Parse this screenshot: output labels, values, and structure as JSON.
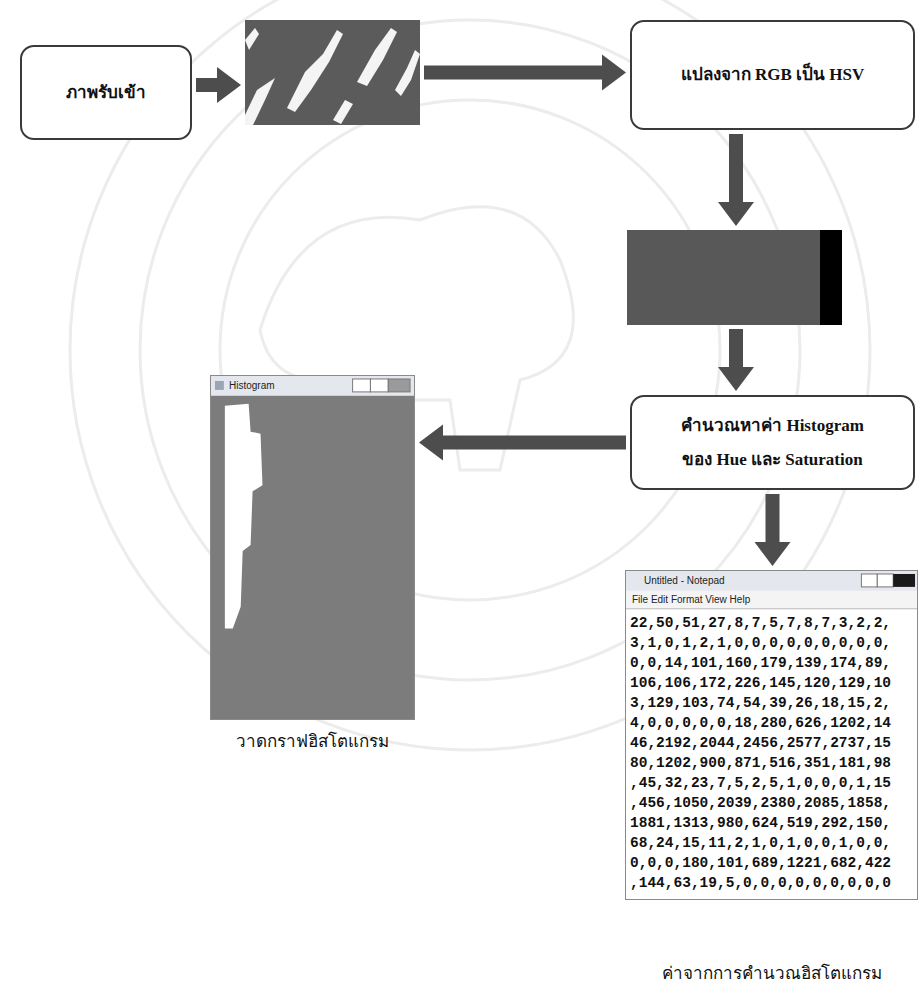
{
  "diagram": {
    "nodes": [
      {
        "text": [
          "ภาพรับเข้า"
        ]
      },
      {
        "text": []
      },
      {
        "text": [
          "แปลงจาก RGB เป็น HSV"
        ]
      },
      {
        "text": []
      },
      {
        "text": [
          "คำนวณหาค่า Histogram ของ Hue และ Saturation"
        ]
      },
      {
        "text": [
          "Histogram",
          "วาดกราฟฮิสโตแกรม"
        ]
      },
      {
        "text": [
          "Untitled - Notepad",
          "File Edit Format View Help",
          "22,50,51,27,8,7,5,7,8,7,3,2,2, 3,1,0,1,2,1,0,0,0,0,0,0,0,0,0, 0,0,14,101,160,179,139,174,89, 106,106,172,226,145,120,129,10 3,129,103,74,54,39,26,18,15,2, 4,0,0,0,0,0,18,280,626,1202,14 46,2192,2044,2456,2577,2737,15 80,1202,900,871,516,351,181,98 ,45,32,23,7,5,2,5,1,0,0,0,1,15 ,456,1050,2039,2380,2085,1858, 1881,1313,980,624,519,292,150, 68,24,15,11,2,1,0,1,0,0,1,0,0, 0,0,0,180,101,689,1221,682,422 ,144,63,19,5,0,0,0,0,0,0,0,0,0",
          "ค่าจากการคำนวณฮิสโตแกรม"
        ]
      }
    ],
    "edges": [
      {
        "from": 0,
        "to": 1,
        "arrow": "to"
      },
      {
        "from": 1,
        "to": 2,
        "arrow": "to"
      },
      {
        "from": 2,
        "to": 3,
        "arrow": "to"
      },
      {
        "from": 3,
        "to": 4,
        "arrow": "to"
      },
      {
        "from": 4,
        "to": 5,
        "arrow": "to"
      },
      {
        "from": 4,
        "to": 6,
        "arrow": "to"
      }
    ]
  }
}
